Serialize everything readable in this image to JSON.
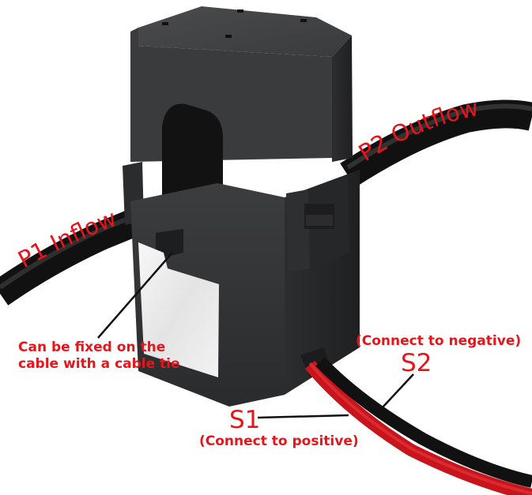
{
  "image": {
    "subject": "Split-core current transformer clamped on a black cable",
    "background_color": "#ffffff",
    "annotation_color": "#e8141b"
  },
  "labels": {
    "p1": "P1  Inflow",
    "p2": "P2 Outflow",
    "cable_tie_note": {
      "line1": "Can be fixed on the",
      "line2": "cable with a cable tie"
    },
    "s2": {
      "name": "S2",
      "description": "(Connect to negative)"
    },
    "s1": {
      "name": "S1",
      "description": "(Connect to positive)"
    }
  }
}
